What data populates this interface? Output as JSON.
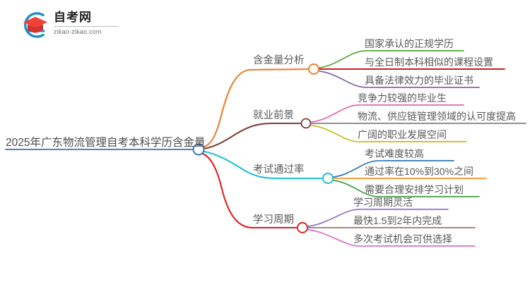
{
  "logo": {
    "name": "zikao-logo",
    "title": "自考网",
    "subtitle": "zikao-zikao.com",
    "mark_color_blue": "#1a8fd1",
    "mark_color_red": "#e8453c"
  },
  "mindmap": {
    "root": {
      "label": "2025年广东物流管理自考本科学历含金量",
      "line_color": "#2e75b6",
      "node_color": "#2e75b6"
    },
    "branches": [
      {
        "label": "含金量分析",
        "color": "#ED7D31",
        "children": [
          {
            "label": "国家承认的正规学历",
            "color": "#4EA72E"
          },
          {
            "label": "与全日制本科相似的课程设置",
            "color": "#C00000"
          },
          {
            "label": "具备法律效力的毕业证书",
            "color": "#8064A2"
          }
        ]
      },
      {
        "label": "就业前景",
        "color": "#7B3F3A",
        "children": [
          {
            "label": "竞争力较强的毕业生",
            "color": "#E264B0"
          },
          {
            "label": "物流、供应链管理领域的认可度提高",
            "color": "#808080"
          },
          {
            "label": "广阔的职业发展空间",
            "color": "#C4BC1F"
          }
        ]
      },
      {
        "label": "考试通过率",
        "color": "#1EBFD6",
        "children": [
          {
            "label": "考试难度较高",
            "color": "#2E75B6"
          },
          {
            "label": "通过率在10%到30%之间",
            "color": "#F7941E"
          },
          {
            "label": "需要合理安排学习计划",
            "color": "#3EA03E"
          }
        ]
      },
      {
        "label": "学习周期",
        "color": "#E02020",
        "children": [
          {
            "label": "学习周期灵活",
            "color": "#8E6FC4"
          },
          {
            "label": "最快1.5到2年内完成",
            "color": "#9B7A6B"
          },
          {
            "label": "多次考试机会可供选择",
            "color": "#E06BC8"
          }
        ]
      }
    ]
  }
}
